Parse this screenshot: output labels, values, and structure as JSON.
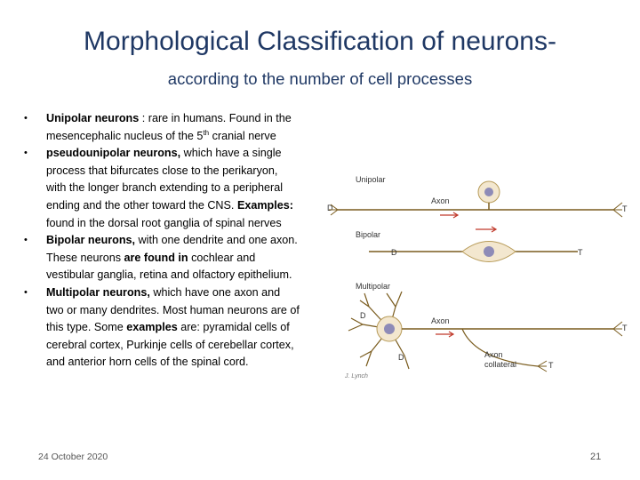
{
  "title": "Morphological Classification of neurons-",
  "subtitle": "according to the number of cell processes",
  "bullets": [
    {
      "lead": "Unipolar neurons",
      "text1": " : rare  in humans. Found in the mesencephalic nucleus of the 5",
      "sup": "th",
      "text2": " cranial nerve"
    },
    {
      "lead": " pseudounipolar neurons,",
      "text1": " which have a single process that bifurcates close to the perikaryon, with the longer branch extending to a peripheral ending and the other toward the CNS. ",
      "bold2": "Examples:",
      "text2": " found in the dorsal root ganglia of spinal nerves"
    },
    {
      "lead": "Bipolar neurons,",
      "text1": " with one dendrite and one axon. These neurons ",
      "bold2": "are found in",
      "text2": " cochlear and vestibular ganglia, retina and olfactory epithelium."
    },
    {
      "lead": "Multipolar neurons,",
      "text1": " which have one axon and two or many dendrites. Most human neurons are of this type. Some ",
      "bold2": "examples",
      "text2": " are: pyramidal cells of cerebral cortex, Purkinje cells of cerebellar cortex, and anterior horn cells of the spinal cord."
    }
  ],
  "diagram": {
    "unipolar_label": "Unipolar",
    "bipolar_label": "Bipolar",
    "multipolar_label": "Multipolar",
    "axon_label": "Axon",
    "axon_collateral_label_1": "Axon",
    "axon_collateral_label_2": "collateral",
    "d_label": "D",
    "t_label": "T",
    "signature": "J. Lynch",
    "colors": {
      "cell_fill": "#f3e7cf",
      "nucleus": "#8e8bb7",
      "axon": "#7a5c1e",
      "arrow": "#c0392b"
    }
  },
  "footer": {
    "date": "24 October 2020",
    "page": "21"
  }
}
